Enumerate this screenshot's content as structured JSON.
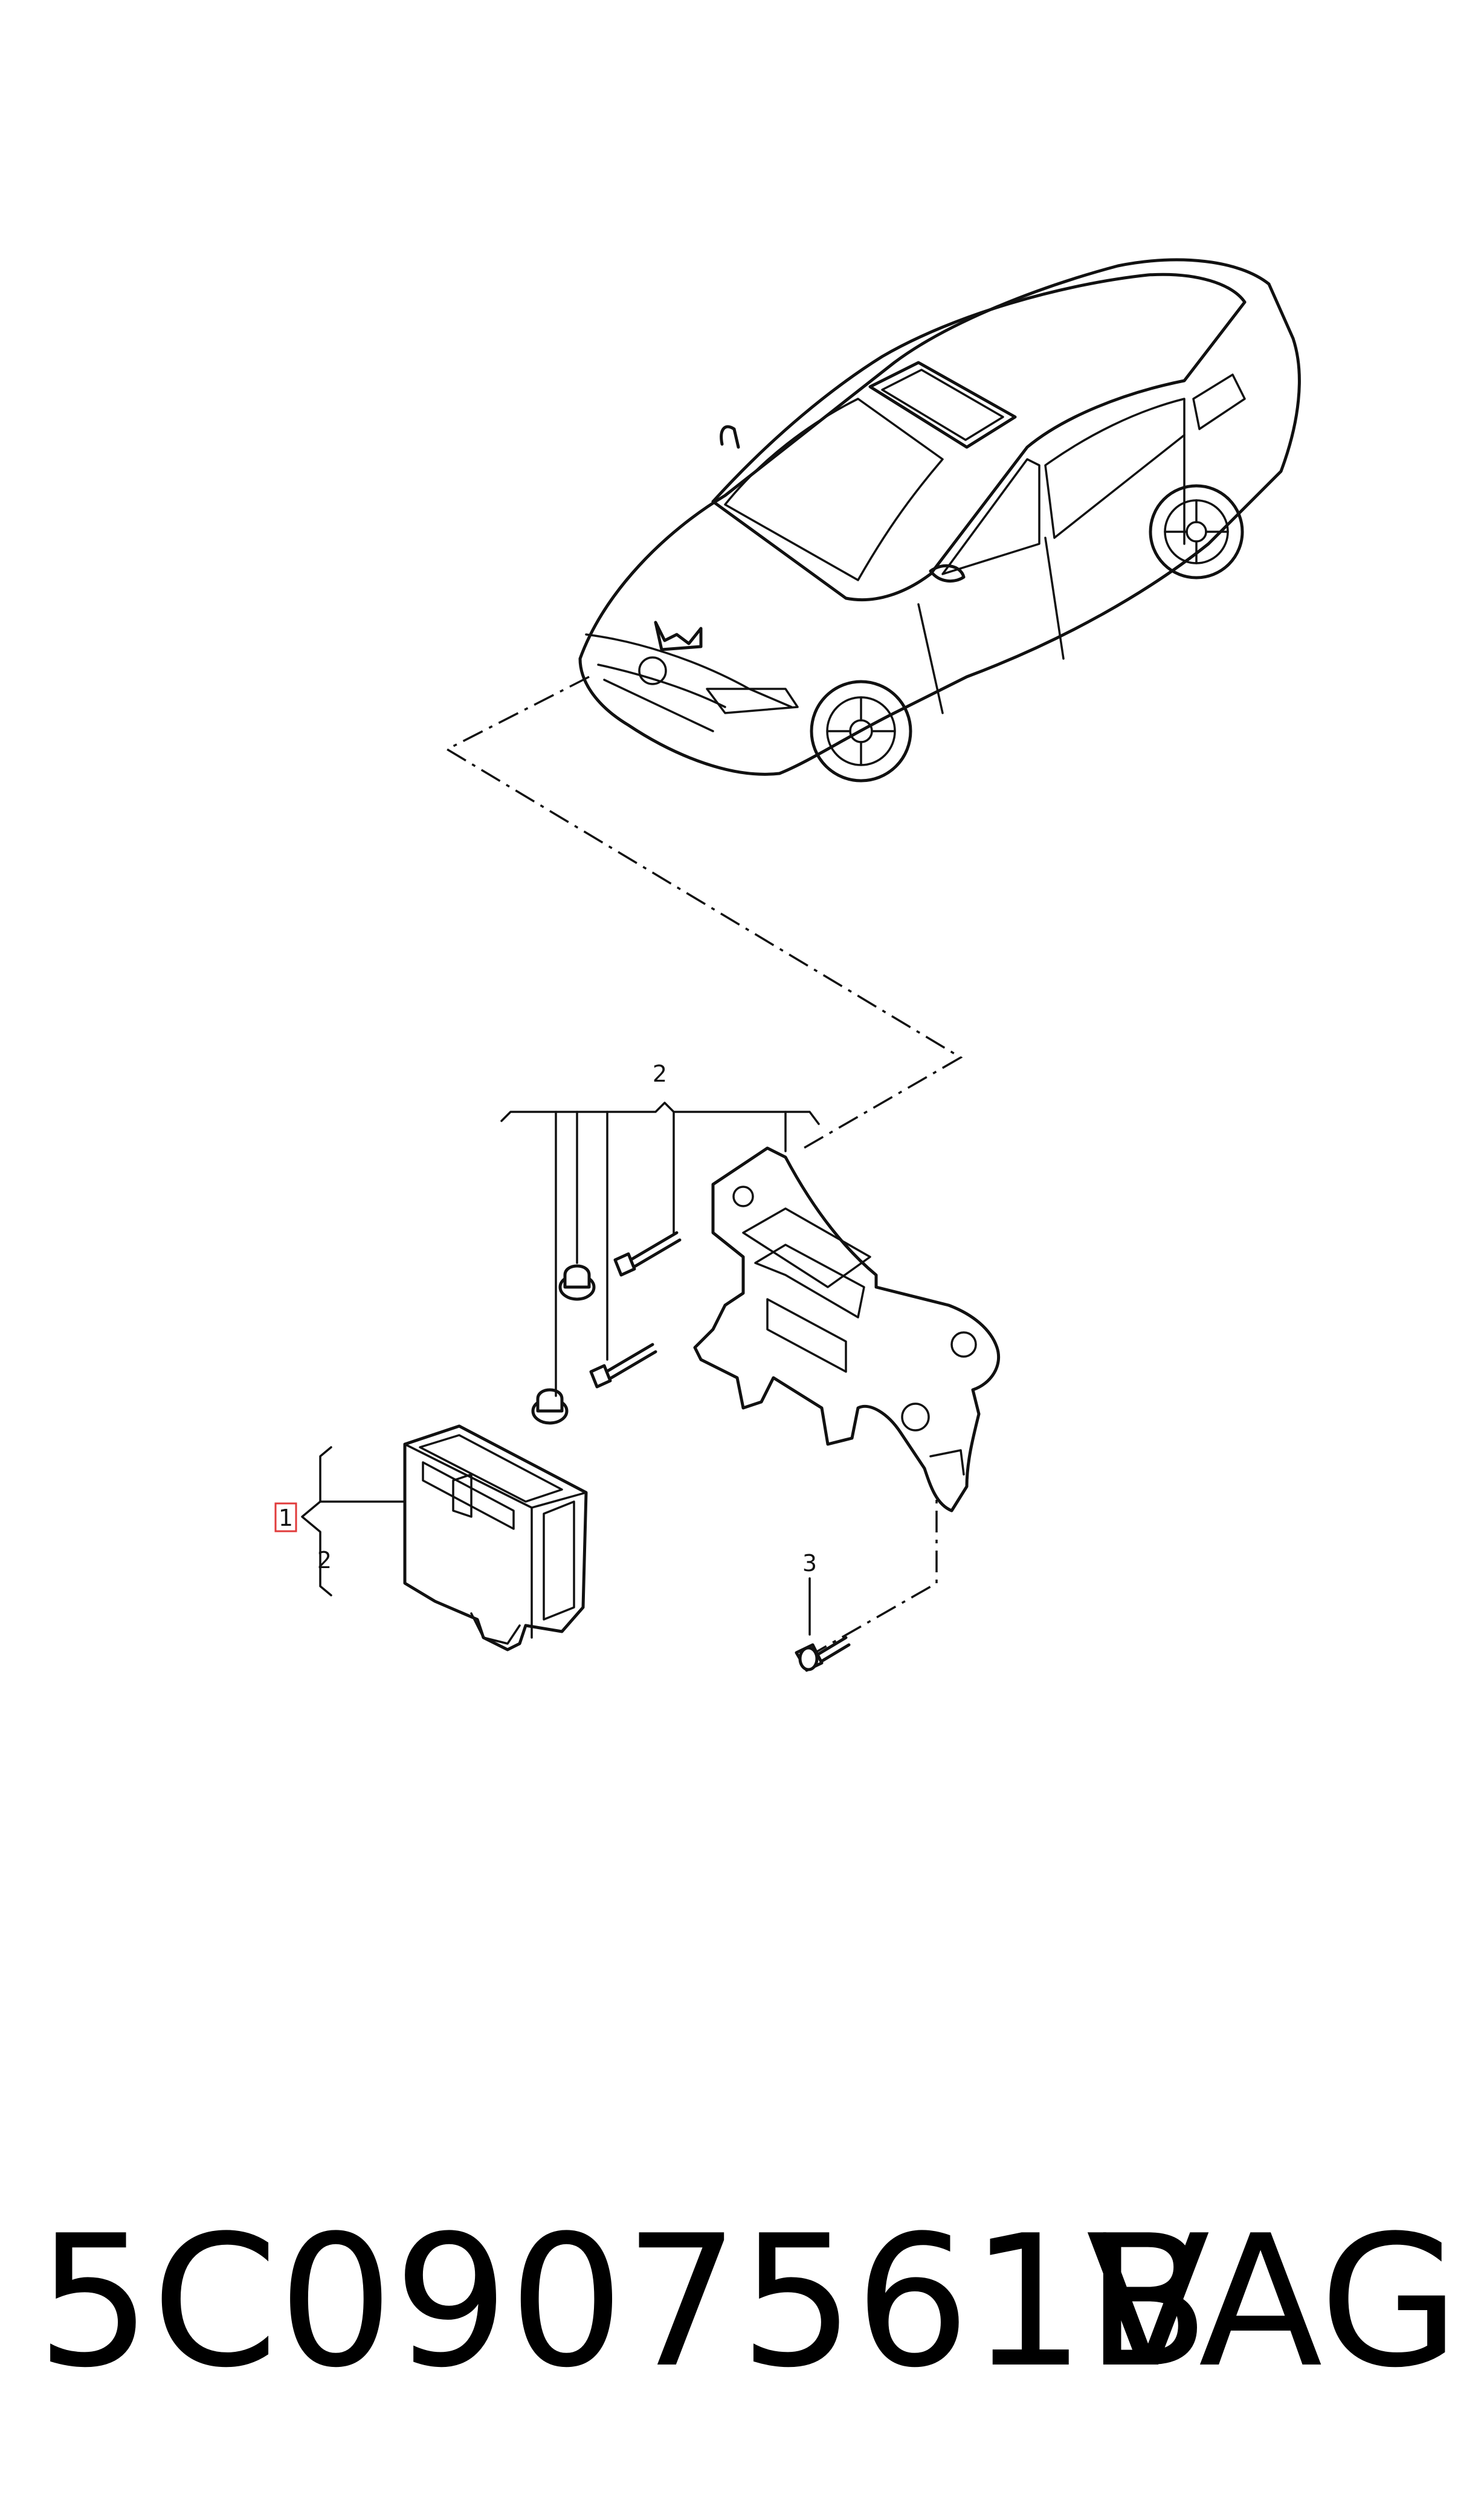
{
  "diagram": {
    "callouts": {
      "item_1": "1",
      "item_2_top": "2",
      "item_2_left": "2",
      "item_3": "3"
    }
  },
  "footer": {
    "part_number": "5C0907561B",
    "brand": "VAG"
  },
  "colors": {
    "line": "#111111",
    "highlight_box": "#e03a3a",
    "background": "#ffffff"
  }
}
